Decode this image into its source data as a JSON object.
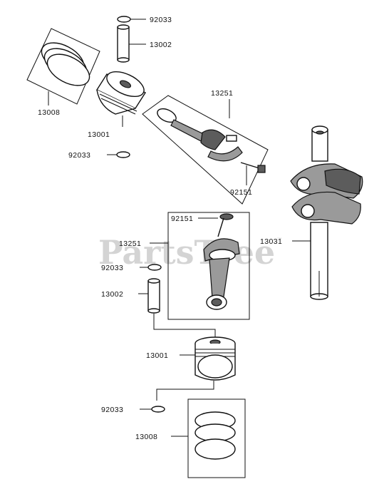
{
  "watermark": {
    "text": "PartsTree",
    "trademark": "™"
  },
  "labels": {
    "ring_clip_top": "92033",
    "piston_pin_top": "13002",
    "ring_set_top": "13008",
    "piston_top": "13001",
    "ring_clip_mid": "92033",
    "conrod_assy_top": "13251",
    "conrod_bolt_top": "92151",
    "crankshaft": "13031",
    "conrod_bolt_bottom": "92151",
    "conrod_assy_bottom": "13251",
    "ring_clip_lower": "92033",
    "piston_pin_bottom": "13002",
    "piston_bottom": "13001",
    "ring_clip_bottom": "92033",
    "ring_set_bottom": "13008"
  },
  "colors": {
    "line": "#111111",
    "shade": "#9a9a9a",
    "watermark": "#d4d4d4"
  }
}
